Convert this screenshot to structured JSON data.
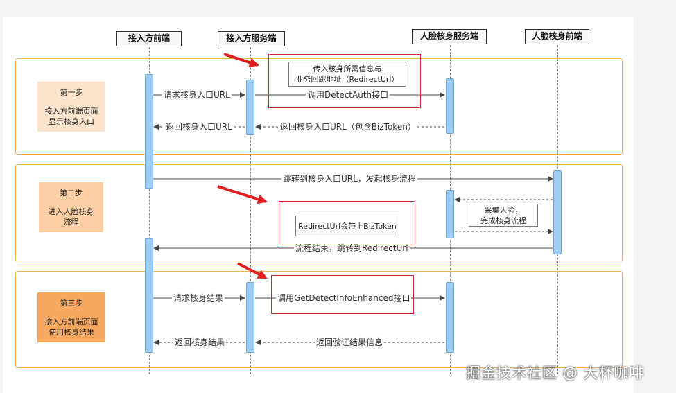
{
  "participants": [
    "接入方前端",
    "接入方服务端",
    "人脸核身服务端",
    "人脸核身前端"
  ],
  "steps": [
    {
      "title": "第一步",
      "lines": [
        "接入方前端页面",
        "显示核身入口"
      ],
      "color": "#fde5cd"
    },
    {
      "title": "第二步",
      "lines": [
        "进入人脸核身",
        "流程"
      ],
      "color": "#fcd0a4"
    },
    {
      "title": "第三步",
      "lines": [
        "接入方前端页面",
        "使用核身结果"
      ],
      "color": "#f9a860"
    }
  ],
  "messages": {
    "m1": "请求核身入口URL",
    "m2": "调用DetectAuth接口",
    "m3": "返回核身入口URL（包含BizToken）",
    "m4": "返回核身入口URL",
    "m5": "跳转到核身入口URL，发起核身流程",
    "m6": "流程结束，跳转到RedirectUrl",
    "m7": "请求核身结果",
    "m8": "调用GetDetectInfoEnhanced接口",
    "m9": "返回验证结果信息",
    "m10": "返回核身结果"
  },
  "notes": {
    "n1": [
      "传入核身所需信息与",
      "业务回跳地址（RedirectUrl）"
    ],
    "n2": [
      "RedirectUrl会带上BizToken"
    ],
    "n3": [
      "采集人脸，",
      "完成核身流程"
    ]
  },
  "watermark": "掘金技术社区 @ 大杯咖啡",
  "colors": {
    "step_border": "#f6b25b",
    "activation": "#9dcdf5",
    "highlight": "#d62b2b"
  }
}
